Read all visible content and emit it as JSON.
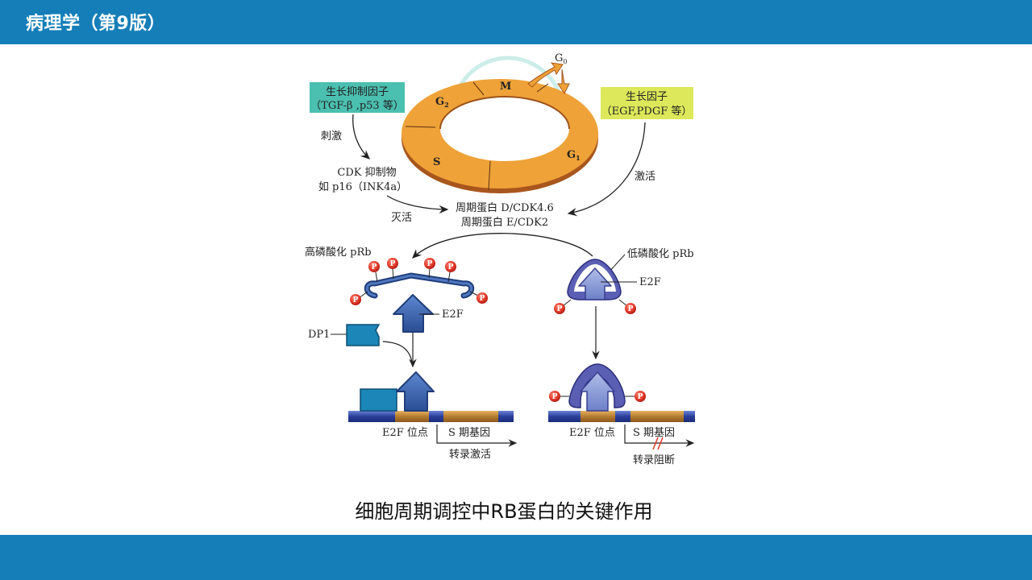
{
  "header": {
    "title": "病理学（第9版）"
  },
  "caption": "细胞周期调控中RB蛋白的关键作用",
  "colors": {
    "bar": "#157eb8",
    "ring": "#eea238",
    "inhibitor_box": "#4bbfb0",
    "growth_box": "#dde85a",
    "phospho": "#e23a2a",
    "e2f_dark": "#2f5fa8",
    "e2f_light": "#7c8fd0",
    "dp1": "#1b86b7"
  },
  "diagram": {
    "cycle": {
      "phases": [
        "M",
        "G1",
        "S",
        "G2"
      ],
      "g0": "G0",
      "phase_labels": {
        "m": "M",
        "g1_main": "G",
        "g1_sub": "1",
        "s": "S",
        "g2_main": "G",
        "g2_sub": "2",
        "g0_main": "G",
        "g0_sub": "0"
      }
    },
    "inhibitor_box": {
      "line1": "生长抑制因子",
      "line2": "（TGF-β ,p53 等）"
    },
    "growth_box": {
      "line1": "生长因子",
      "line2": "（EGF,PDGF 等）"
    },
    "stimulate_label": "刺激",
    "cdk_inhibitor": {
      "line1": "CDK 抑制物",
      "line2": "如 p16（INK4a）"
    },
    "inactivate_label": "灭活",
    "activate_label": "激活",
    "cyclin": {
      "line1": "周期蛋白 D/CDK4.6",
      "line2": "周期蛋白 E/CDK2"
    },
    "left_panel": {
      "title": "高磷酸化 pRb",
      "e2f": "E2F",
      "dp1": "DP1",
      "site": "E2F 位点",
      "gene": "S 期基因",
      "result": "转录激活",
      "p": "P"
    },
    "right_panel": {
      "title": "低磷酸化 pRb",
      "e2f": "E2F",
      "site": "E2F 位点",
      "gene": "S 期基因",
      "result": "转录阻断",
      "p": "P"
    }
  }
}
